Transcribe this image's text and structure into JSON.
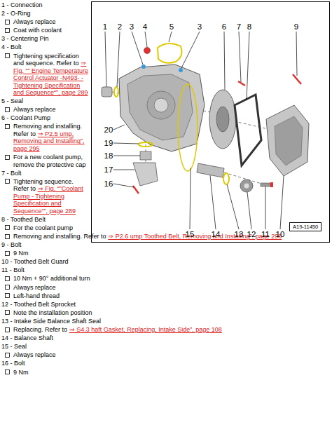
{
  "diagram": {
    "nodes": [
      {
        "text": [
          "A19-11450"
        ]
      }
    ],
    "labels": [
      "1 - Connection",
      "2 - O-Ring",
      "Always replace",
      "Coat with coolant",
      "3 - Centering Pin",
      "4 - Bolt",
      "Tightening specification and sequence. Refer to",
      "⇒ Fig. “” Engine Temperature Control Actuator -N493- - Tightening Specification and Sequence“”, page 289",
      "5 - Seal",
      "Always replace",
      "6 - Coolant Pump",
      "Removing and installing. Refer to",
      "⇒ P2.5 ump, Removing and Installing”, page 295",
      "For a new coolant pump, remove the protective cap",
      "7 - Bolt",
      "Tightening sequence. Refer to",
      "⇒ Fig. “”Coolant Pump - Tightening Specification and Sequence“”, page 289",
      "8 - Toothed Belt",
      "For the coolant pump",
      "Removing and installing. Refer to",
      "⇒ P2.6 ump Toothed Belt, Removing and Installing”, page 298",
      "9 - Bolt",
      "9 Nm",
      "10 - Toothed Belt Guard",
      "11 - Bolt",
      "10 Nm + 90° additional turn",
      "Always replace",
      "Left-hand thread",
      "12 - Toothed Belt Sprocket",
      "Note the installation position",
      "13 - Intake Side Balance Shaft Seal",
      "Replacing. Refer to",
      "⇒ S4.3 haft Gasket, Replacing, Intake Side”, page 108",
      "14 - Balance Shaft",
      "15 - Seal",
      "Always replace",
      "16 - Bolt",
      "9 Nm",
      "1",
      "2",
      "3",
      "4",
      "5",
      "3",
      "6",
      "7",
      "8",
      "9",
      "20",
      "19",
      "18",
      "17",
      "16",
      "15",
      "14",
      "13",
      "12",
      "11",
      "10"
    ]
  }
}
